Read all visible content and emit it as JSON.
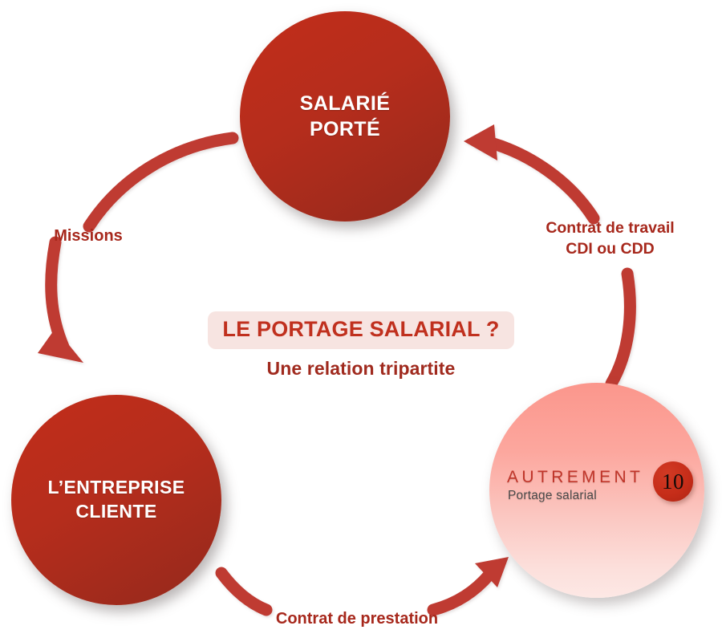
{
  "diagram": {
    "type": "cycle-diagram",
    "center": {
      "title": "LE PORTAGE SALARIAL ?",
      "subtitle": "Une relation tripartite"
    },
    "nodes": [
      {
        "id": "salarie-porte",
        "line1": "SALARIÉ",
        "line2": "PORTÉ",
        "position": "top",
        "fill": "#b52d1c",
        "text_color": "#ffffff"
      },
      {
        "id": "entreprise-cliente",
        "line1": "L’ENTREPRISE",
        "line2": "CLIENTE",
        "position": "bottom-left",
        "fill": "#b52d1c",
        "text_color": "#ffffff"
      },
      {
        "id": "autrement-logo",
        "position": "bottom-right",
        "fill_top": "#fb968c",
        "fill_bottom": "#fde8e5",
        "logo": {
          "wordmark": "AUTREMENT",
          "tagline": "Portage salarial",
          "badge_number": "10",
          "wordmark_color": "#c0352a",
          "tagline_color": "#4a4a4a",
          "badge_color": "#c62d19"
        }
      }
    ],
    "edges": [
      {
        "id": "missions",
        "label_line1": "Missions",
        "from": "salarie-porte",
        "to": "entreprise-cliente",
        "color": "#bf3a33"
      },
      {
        "id": "contrat-de-travail",
        "label_line1": "Contrat de travail",
        "label_line2": "CDI ou CDD",
        "from": "autrement-logo",
        "to": "salarie-porte",
        "color": "#bf3a33"
      },
      {
        "id": "contrat-de-prestation",
        "label_line1": "Contrat de prestation",
        "from": "entreprise-cliente",
        "to": "autrement-logo",
        "color": "#bf3a33"
      }
    ],
    "colors": {
      "background": "#ffffff",
      "accent_red": "#c0301e",
      "dark_red": "#a7281c",
      "arrow_red": "#bf3a33",
      "pill_pink": "#f7e4e1"
    }
  }
}
